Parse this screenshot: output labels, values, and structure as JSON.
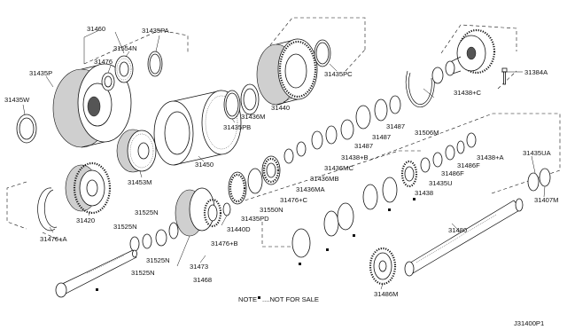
{
  "labels": {
    "p31460": "31460",
    "p31554N": "31554N",
    "p31476": "31476",
    "p31435PA": "31435PA",
    "p31435P": "31435P",
    "p31435W": "31435W",
    "p31435PB": "31435PB",
    "p31436M": "31436M",
    "p31440": "31440",
    "p31435PC": "31435PC",
    "p31438C_top": "31438+C",
    "p31384A": "31384A",
    "p31506M": "31506M",
    "p31487a": "31487",
    "p31487b": "31487",
    "p31487c": "31487",
    "p31438B": "31438+B",
    "p31436MC": "31436MC",
    "p31436MB": "31436MB",
    "p31436MA": "31436MA",
    "p31476C": "31476+C",
    "p31550N": "31550N",
    "p31435PD": "31435PD",
    "p31440D": "31440D",
    "p31450": "31450",
    "p31453M": "31453M",
    "p31420": "31420",
    "p31476A": "31476+A",
    "p31525N_a": "31525N",
    "p31525N_b": "31525N",
    "p31525N_c": "31525N",
    "p31525N_d": "31525N",
    "p31473": "31473",
    "p31476B": "31476+B",
    "p31468": "31468",
    "p31438": "31438",
    "p31435U": "31435U",
    "p31486F_a": "31486F",
    "p31486F_b": "31486F",
    "p31438A": "31438+A",
    "p31435UA": "31435UA",
    "p31407M": "31407M",
    "p31480": "31480",
    "p31486M": "31486M"
  },
  "note": {
    "prefix": "NOTE",
    "text": "....NOT FOR SALE"
  },
  "diagram_code": "J31400P1"
}
